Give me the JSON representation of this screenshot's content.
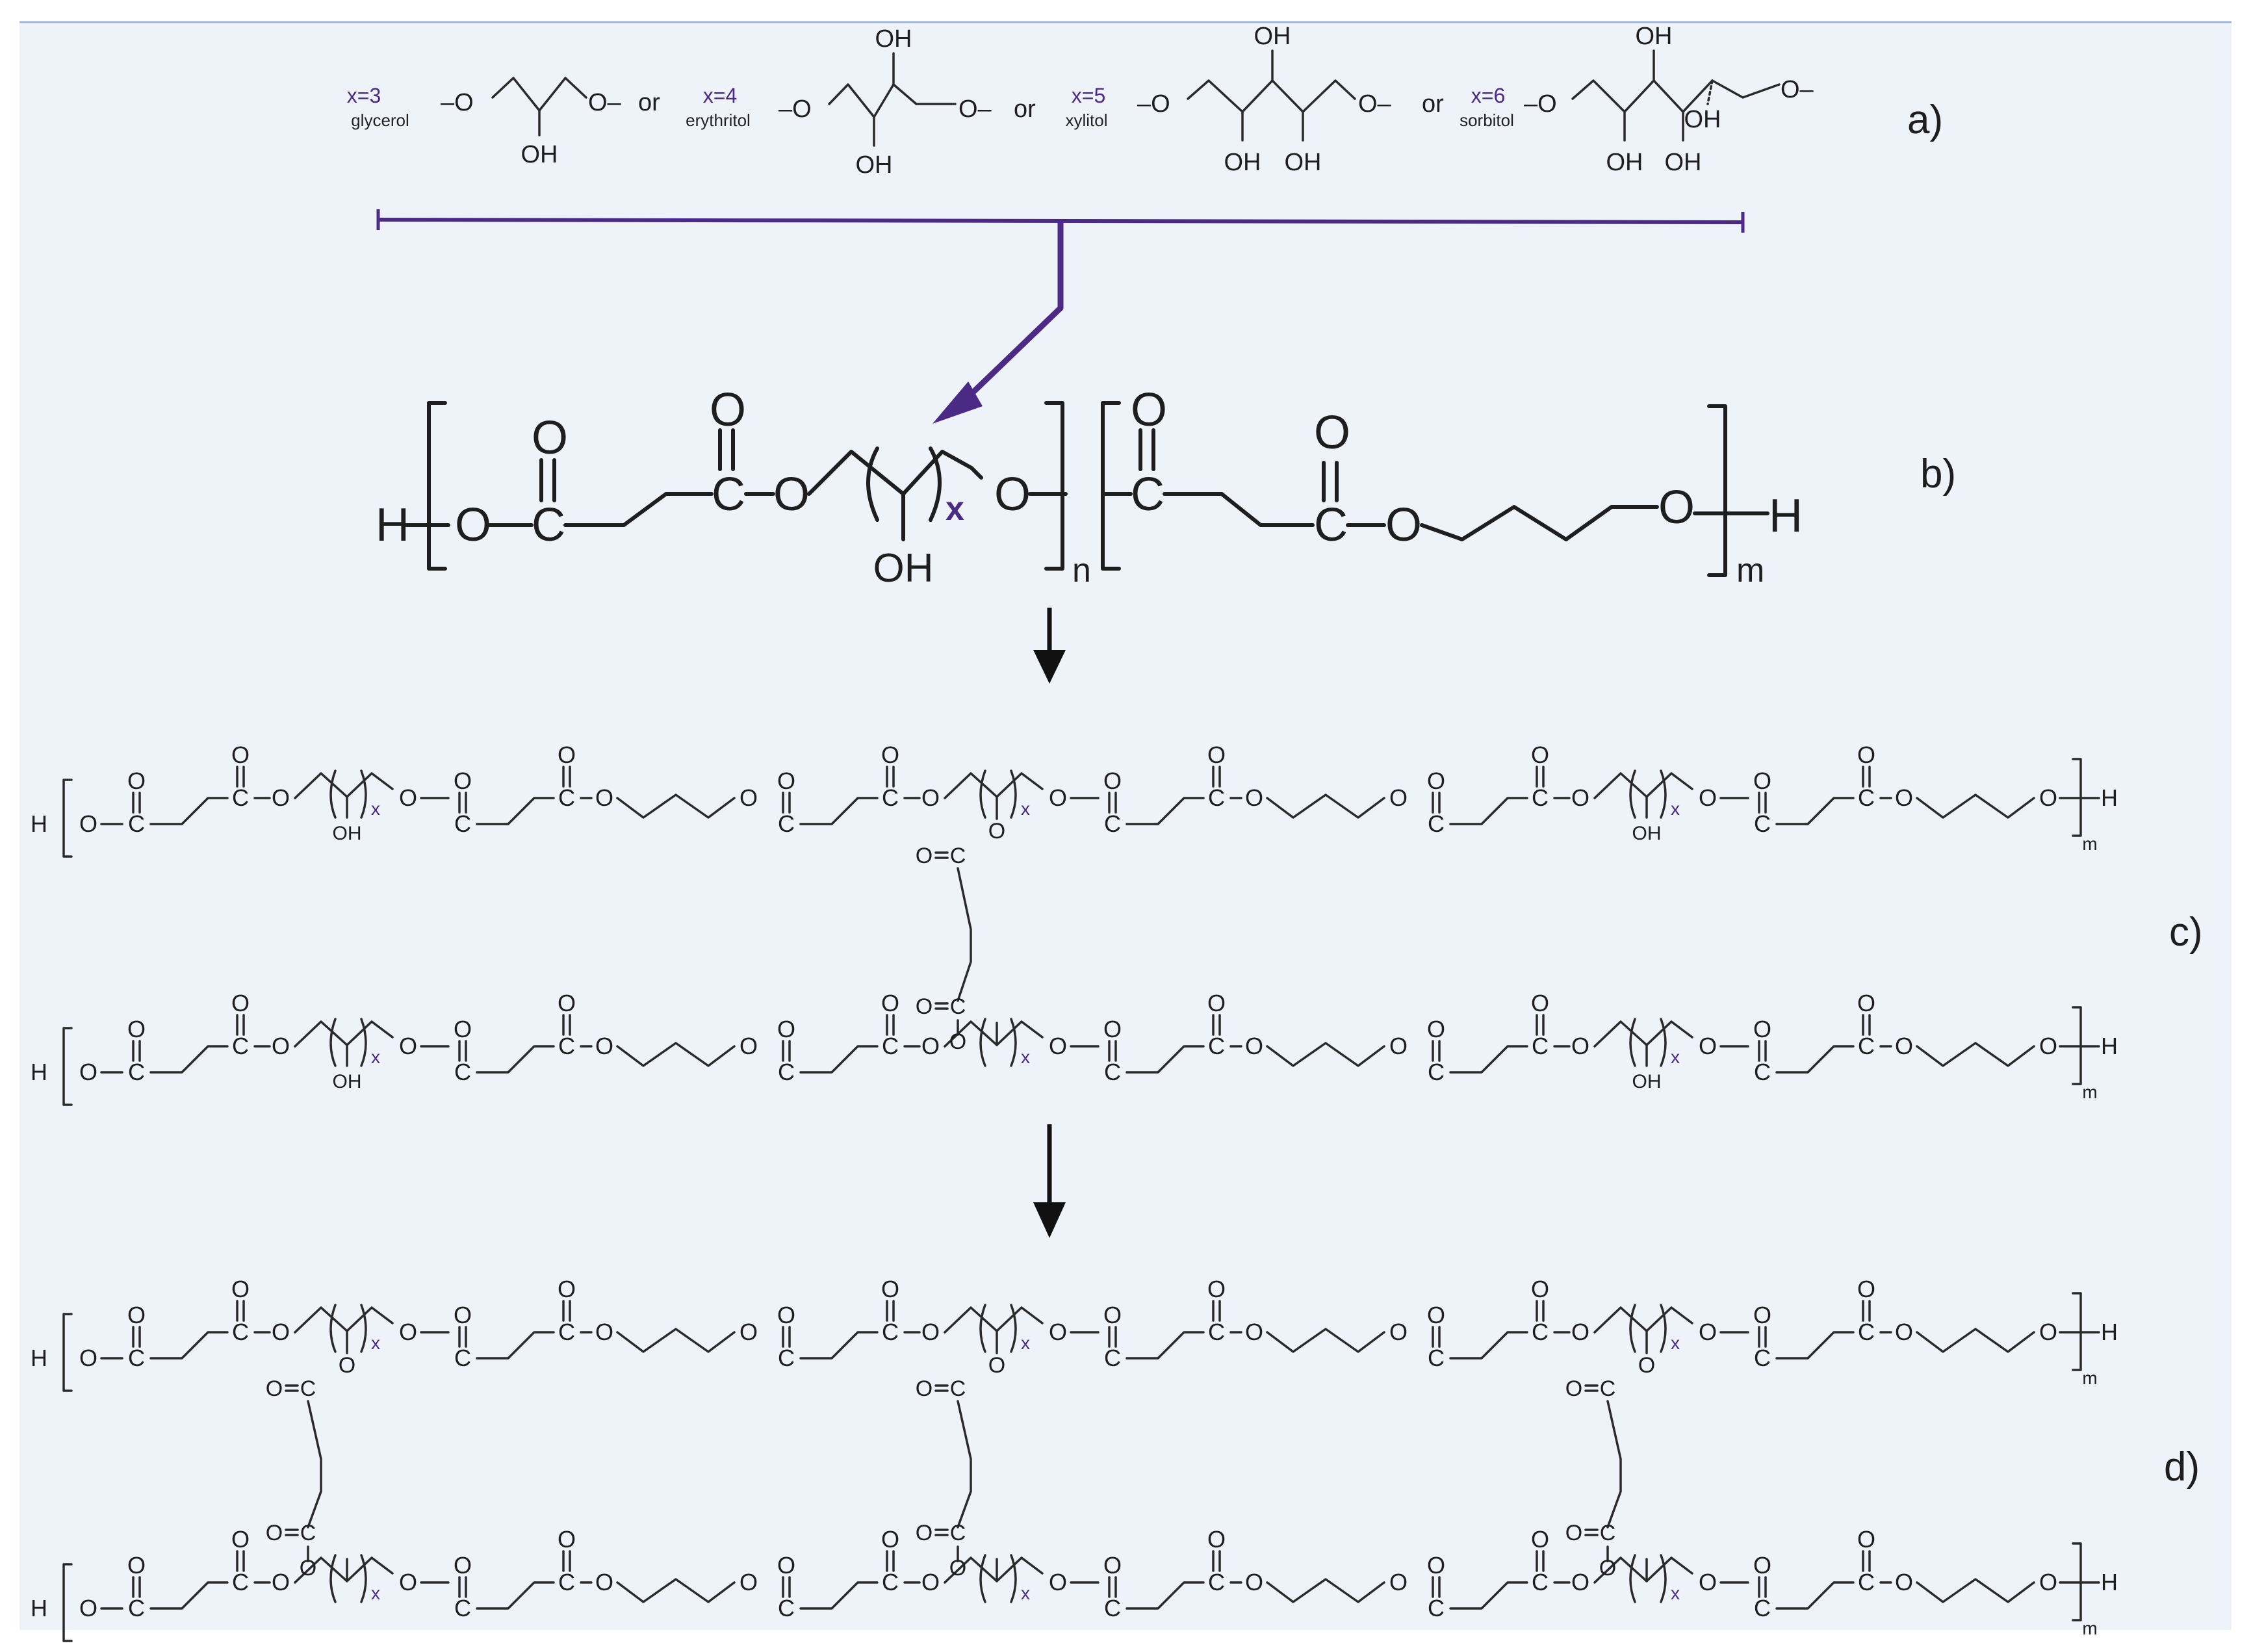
{
  "colors": {
    "background": "#eef2f9",
    "frame_line": "#9fb6d8",
    "accent_purple": "#4b2a86",
    "ink": "#1e1e1e"
  },
  "panels": {
    "a": "a)",
    "b": "b)",
    "c": "c)",
    "d": "d)"
  },
  "polyols": [
    {
      "x_label": "x=3",
      "name": "glycerol"
    },
    {
      "x_label": "x=4",
      "name": "erythritol"
    },
    {
      "x_label": "x=5",
      "name": "xylitol"
    },
    {
      "x_label": "x=6",
      "name": "sorbitol"
    }
  ],
  "connector_or": "or",
  "atoms": {
    "O": "O",
    "C": "C",
    "H": "H",
    "OH": "OH",
    "end_O": "O–",
    "start_O": "–O"
  },
  "subscripts": {
    "x": "x",
    "n": "n",
    "m": "m"
  },
  "icons": {
    "reaction_arrow": "arrow-down-icon",
    "branch_arrow": "arrow-icon"
  }
}
